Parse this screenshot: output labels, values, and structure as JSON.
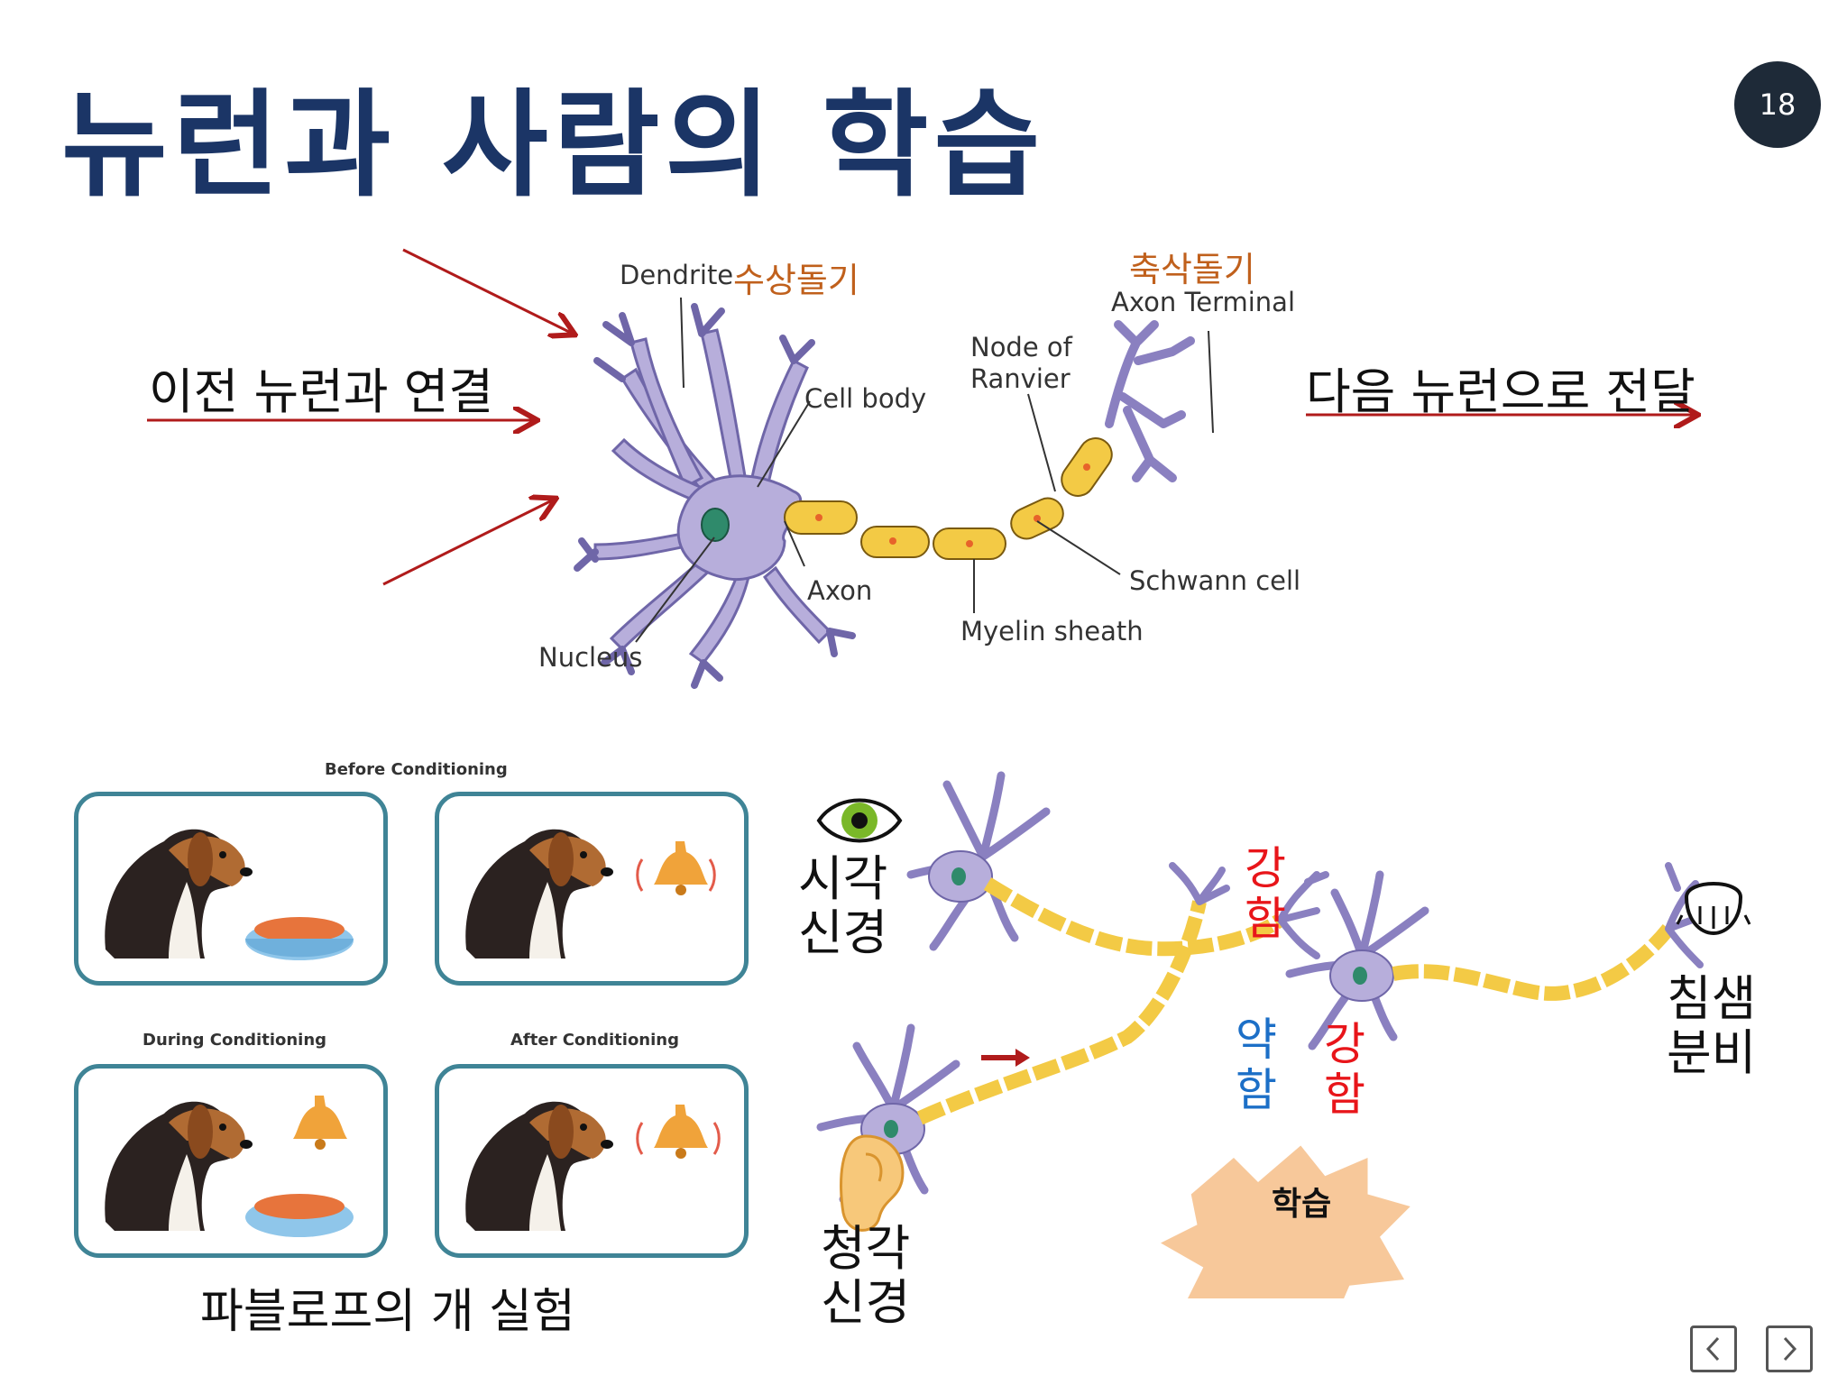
{
  "slide": {
    "title": "뉴런과 사람의 학습",
    "page_number": "18"
  },
  "neuron_diagram": {
    "left_note": "이전 뉴런과 연결",
    "right_note": "다음 뉴런으로 전달",
    "labels": {
      "dendrite": "Dendrite",
      "dendrite_kr": "수상돌기",
      "axon_terminal_kr": "축삭돌기",
      "axon_terminal": "Axon Terminal",
      "node_of_ranvier_1": "Node of",
      "node_of_ranvier_2": "Ranvier",
      "cell_body": "Cell body",
      "axon": "Axon",
      "nucleus": "Nucleus",
      "myelin_sheath": "Myelin sheath",
      "schwann_cell": "Schwann cell"
    },
    "colors": {
      "neuron": "#b7aedb",
      "myelin": "#f3ca45",
      "nucleus": "#2f8a6b",
      "arrow": "#b01b1b",
      "label_kr": "#c0601c"
    }
  },
  "pavlov": {
    "panel_titles": {
      "before": "Before Conditioning",
      "during": "During Conditioning",
      "after": "After Conditioning"
    },
    "caption": "파블로프의 개 실험"
  },
  "learning_diagram": {
    "visual_nerve": [
      "시각",
      "신경"
    ],
    "auditory_nerve": [
      "청각",
      "신경"
    ],
    "strong_1": [
      "강",
      "함"
    ],
    "weak": [
      "약",
      "함"
    ],
    "strong_2": [
      "강",
      "함"
    ],
    "salivation": [
      "침샘",
      "분비"
    ],
    "burst_label": "학습",
    "colors": {
      "strong": "#e8151a",
      "weak": "#1c6fc7",
      "burst": "#f7c89a"
    }
  }
}
